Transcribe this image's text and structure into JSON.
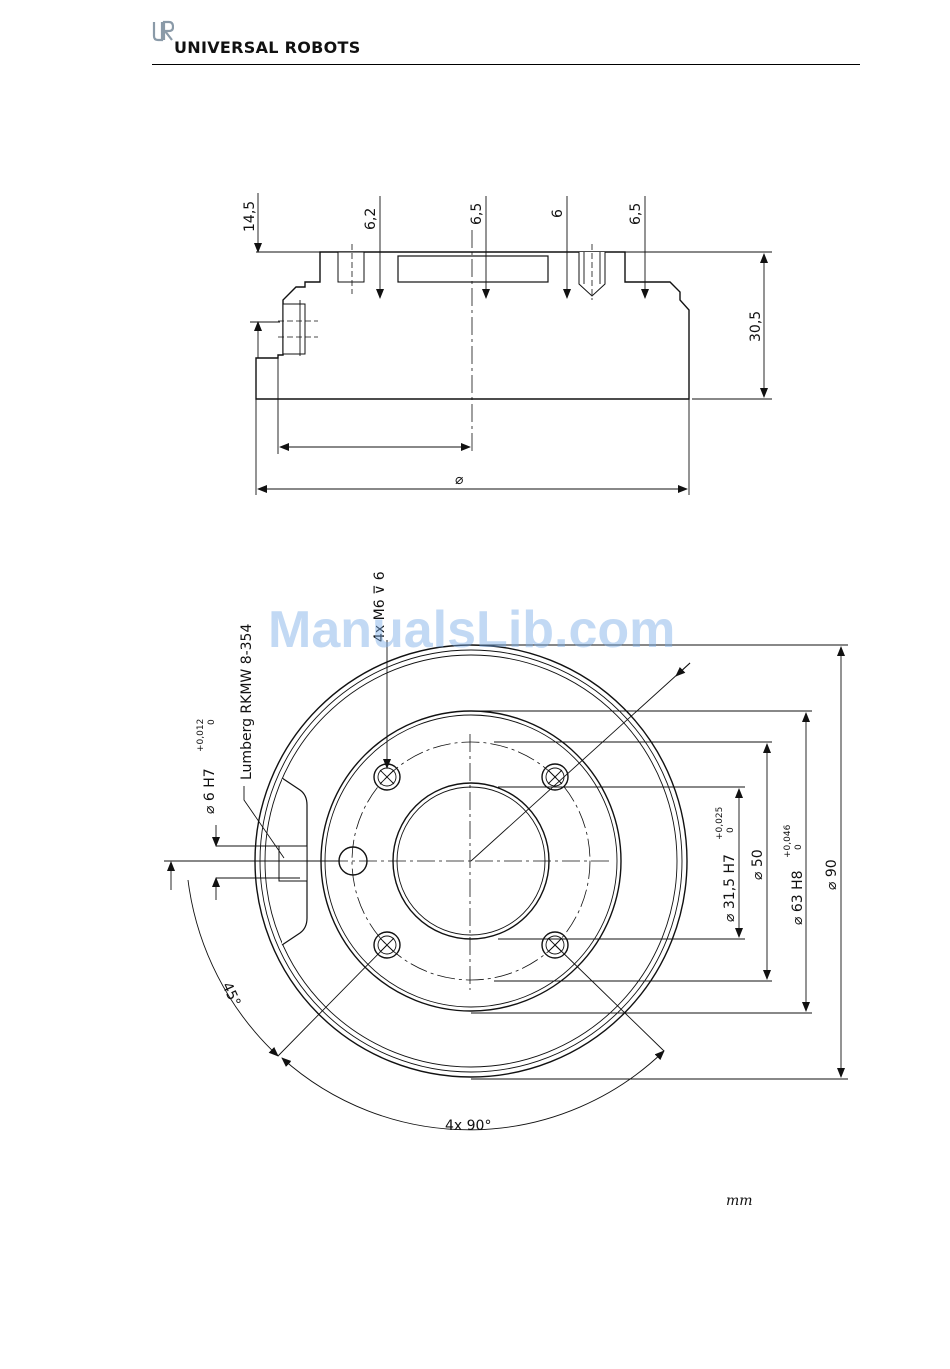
{
  "header": {
    "brand": "UNIVERSAL ROBOTS",
    "logo_icon": "ur-logo-icon"
  },
  "watermark": "ManualsLib.com",
  "section_view": {
    "dims": {
      "d14_5": "14,5",
      "d6_2": "6,2",
      "d6_5_a": "6,5",
      "d6": "6",
      "d6_5_b": "6,5",
      "d30_5": "30,5",
      "diameter": "⌀"
    }
  },
  "plan_view": {
    "dims": {
      "thread": "4x M6 ⊽ 6",
      "connector": "Lumberg RKMW 8-354",
      "pin": "⌀ 6 H7",
      "pin_tol_upper": "+0,012",
      "pin_tol_lower": "0",
      "d31_5": "⌀ 31,5 H7",
      "d31_5_tol_upper": "+0,025",
      "d31_5_tol_lower": "0",
      "d50": "⌀ 50",
      "d63": "⌀ 63 H8",
      "d63_tol_upper": "+0,046",
      "d63_tol_lower": "0",
      "d90": "⌀ 90",
      "angle45": "45°",
      "angle90": "4x 90°"
    }
  },
  "unit_label": "mm"
}
